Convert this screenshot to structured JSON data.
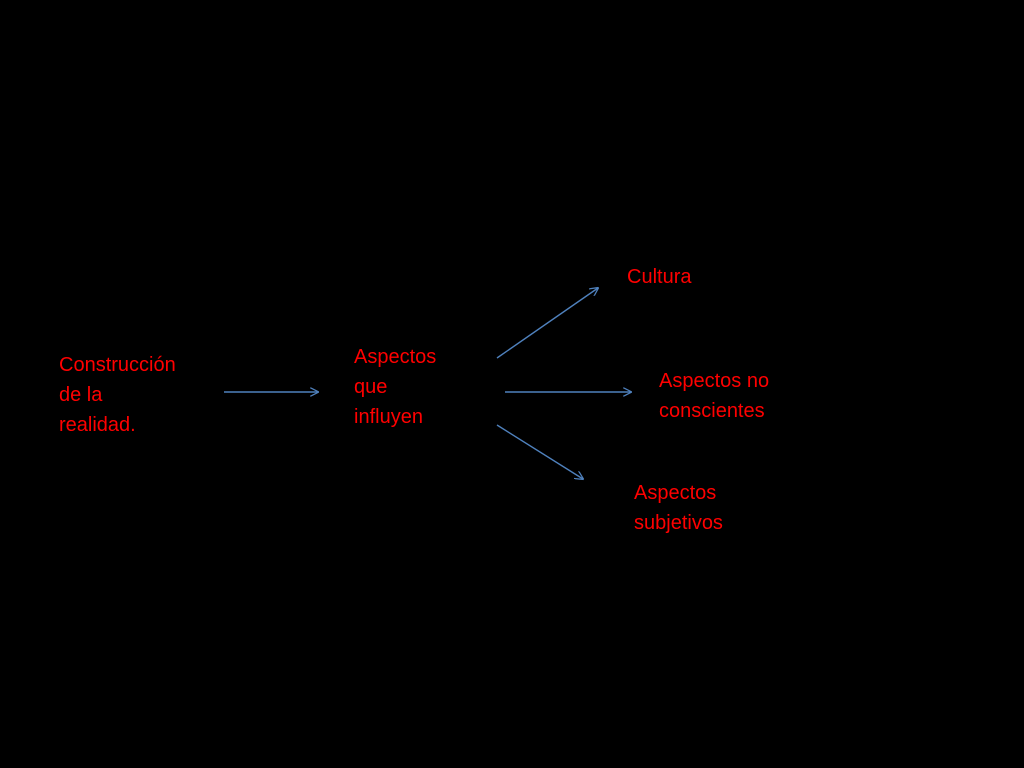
{
  "colors": {
    "background": "#000000",
    "text": "#ff0000",
    "arrow": "#4f81bd"
  },
  "diagram": {
    "root": {
      "label": "Construcción\nde la\nrealidad."
    },
    "middle": {
      "label": "Aspectos\nque\ninfluyen"
    },
    "branches": [
      {
        "label": "Cultura"
      },
      {
        "label": "Aspectos no\nconscientes"
      },
      {
        "label": "Aspectos\nsubjetivos"
      }
    ]
  },
  "edges": [
    {
      "from": "root",
      "to": "middle"
    },
    {
      "from": "middle",
      "to": "branches.0"
    },
    {
      "from": "middle",
      "to": "branches.1"
    },
    {
      "from": "middle",
      "to": "branches.2"
    }
  ]
}
